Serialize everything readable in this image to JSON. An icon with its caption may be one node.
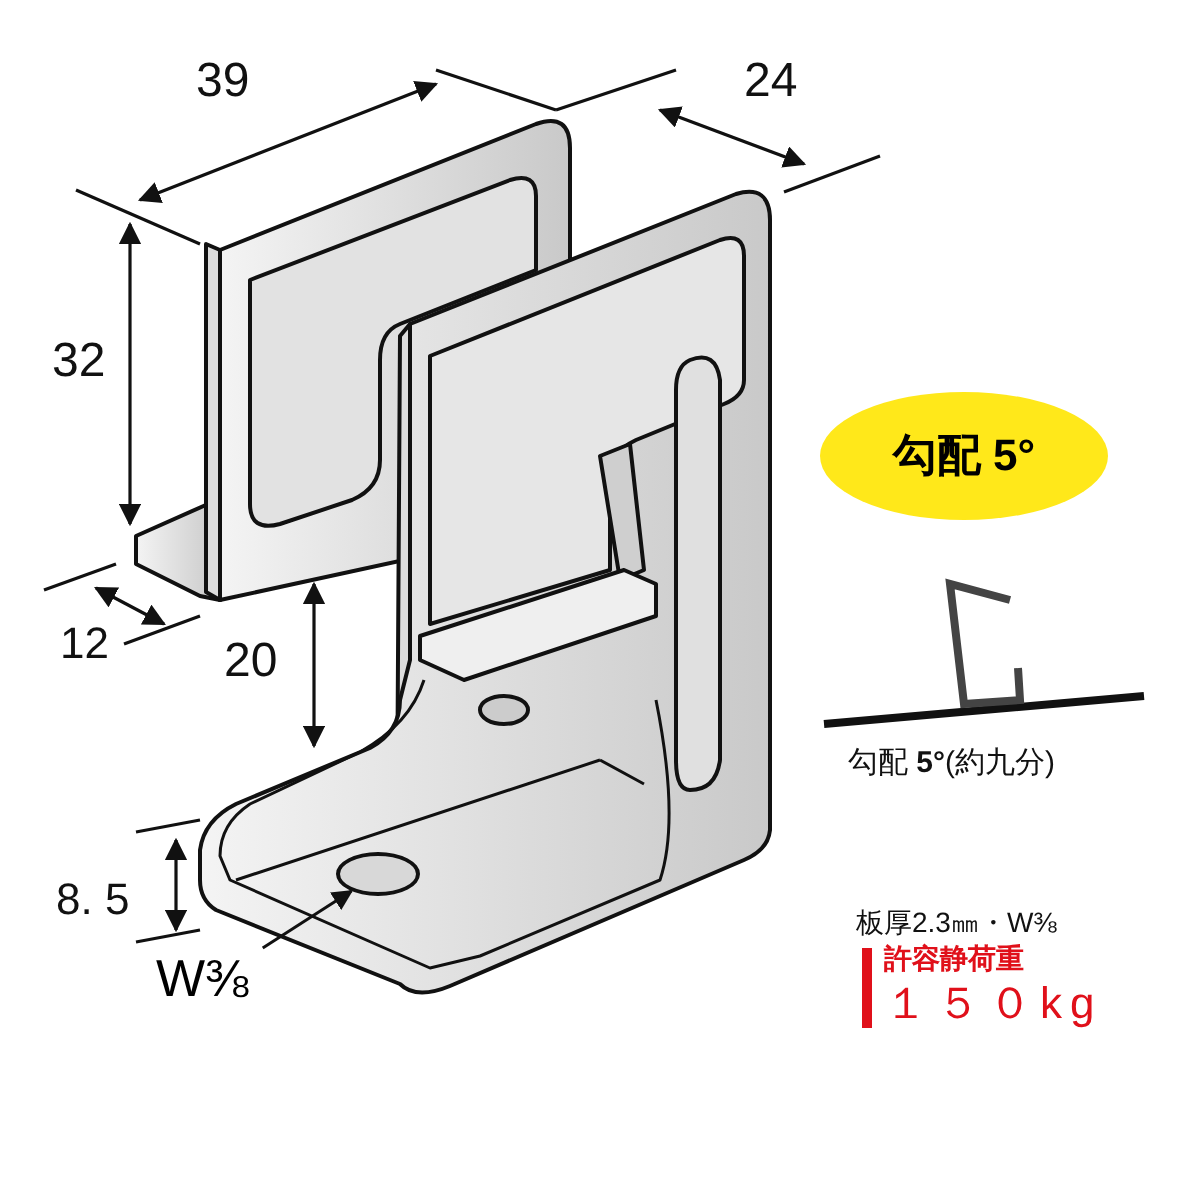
{
  "diagram": {
    "nodes": [
      {
        "text": [
          "勾配 5°"
        ]
      },
      {
        "text": [
          "W⅜"
        ]
      },
      {
        "text": [],
        "shape": "circle"
      }
    ],
    "edges": [
      {
        "from": 1,
        "to": 2,
        "arrow": "to"
      }
    ],
    "labels": [
      "39",
      "24",
      "32",
      "12",
      "20",
      "8. 5",
      "勾配 **5°**(約九分)",
      "板厚2.3㎜・W⅜",
      "許容静荷重",
      "１５０kg"
    ]
  }
}
